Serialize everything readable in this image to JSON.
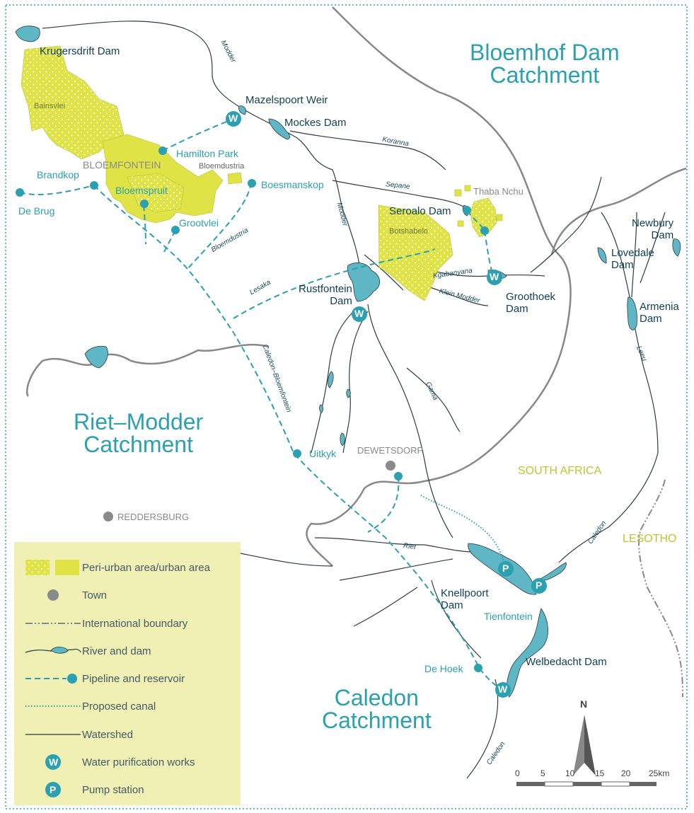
{
  "catchments": {
    "bloemhof": [
      "Bloemhof Dam",
      "Catchment"
    ],
    "riet_modder": [
      "Riet–Modder",
      "Catchment"
    ],
    "caledon": [
      "Caledon",
      "Catchment"
    ]
  },
  "countries": {
    "south_africa": "SOUTH AFRICA",
    "lesotho": "LESOTHO"
  },
  "dams": {
    "krugersdrift": "Krugersdrift Dam",
    "mazelspoort": "Mazelspoort Weir",
    "mockes": "Mockes Dam",
    "seroalo": "Seroalo Dam",
    "rustfontein": [
      "Rustfontein",
      "Dam"
    ],
    "groothoek": [
      "Groothoek",
      "Dam"
    ],
    "newbury": [
      "Newbury",
      "Dam"
    ],
    "lovedale": [
      "Lovedale",
      "Dam"
    ],
    "armenia": [
      "Armenia",
      "Dam"
    ],
    "knellpoort": [
      "Knellpoort",
      "Dam"
    ],
    "welbedacht": "Welbedacht Dam"
  },
  "reservoirs": {
    "hamilton_park": "Hamilton Park",
    "brandkop": "Brandkop",
    "de_brug": "De Brug",
    "bloemspruit": "Bloemspruit",
    "grootvlei": "Grootvlei",
    "boesmanskop": "Boesmanskop",
    "uitkyk": "Uitkyk",
    "tienfontein": "Tienfontein",
    "de_hoek": "De Hoek"
  },
  "towns": {
    "bloemfontein": "BLOEMFONTEIN",
    "thaba_nchu": "Thaba Nchu",
    "dewetsdorp": "DEWETSDORP",
    "reddersburg": "REDDERSBURG"
  },
  "urban_areas": {
    "bainsvlei": "Bainsvlei",
    "bloemdustria": "Bloemdustria",
    "botshabelo": "Botshabelo"
  },
  "rivers": {
    "modder_1": "Modder",
    "modder_2": "Modder",
    "koranna": "Koranna",
    "sepane": "Sepane",
    "bloemdustria": "Bloemdustria",
    "lesaka": "Lesaka",
    "kgabanyana": "Kgabanyana",
    "klein_modder": "Klein Modder",
    "caledon_bloemfontein": "Caledon–Bloemfontein",
    "gama": "Gama",
    "leeu": "Leeu",
    "riet": "Riet",
    "caledon_1": "Caledon",
    "caledon_2": "Caledon"
  },
  "symbols": {
    "purification": "W",
    "pump": "P"
  },
  "legend": [
    {
      "key": "urban",
      "label": "Peri-urban area/urban area"
    },
    {
      "key": "town",
      "label": "Town"
    },
    {
      "key": "boundary",
      "label": "International boundary"
    },
    {
      "key": "river",
      "label": "River and dam"
    },
    {
      "key": "pipeline",
      "label": "Pipeline and reservoir"
    },
    {
      "key": "canal",
      "label": "Proposed canal"
    },
    {
      "key": "watershed",
      "label": "Watershed"
    },
    {
      "key": "purification",
      "label": "Water purification works",
      "symbol": "W"
    },
    {
      "key": "pump",
      "label": "Pump station",
      "symbol": "P"
    }
  ],
  "north_arrow": {
    "label": "N"
  },
  "scale_bar": {
    "ticks": [
      "0",
      "5",
      "10",
      "15",
      "20",
      "25km"
    ]
  },
  "colors": {
    "water": "#2aa0b0",
    "dam_fill": "#5fb6c4",
    "urban": "#dfe345",
    "legend_bg": "#f0f0b4",
    "watershed": "#888888",
    "river_line": "#2c3c44",
    "town_dot": "#8a8a8a",
    "frame": "#2aa0b0"
  }
}
